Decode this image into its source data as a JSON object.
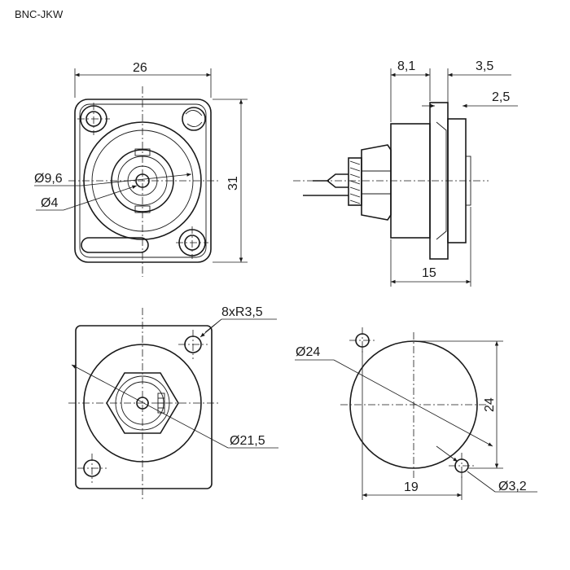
{
  "title": "BNC-JKW",
  "front_view": {
    "width_label": "26",
    "height_label": "31",
    "inner_dia_label": "Ø9,6",
    "pin_dia_label": "Ø4"
  },
  "side_view": {
    "offset_label": "8,1",
    "flange_label": "3,5",
    "plate_label": "2,5",
    "depth_label": "15"
  },
  "rear_view": {
    "radius_label": "8xR3,5",
    "dia_label": "Ø21,5"
  },
  "cutout": {
    "dia_label": "Ø24",
    "height_label": "24",
    "width_label": "19",
    "hole_label": "Ø3,2"
  },
  "colors": {
    "line": "#1a1a1a",
    "background": "#ffffff"
  }
}
